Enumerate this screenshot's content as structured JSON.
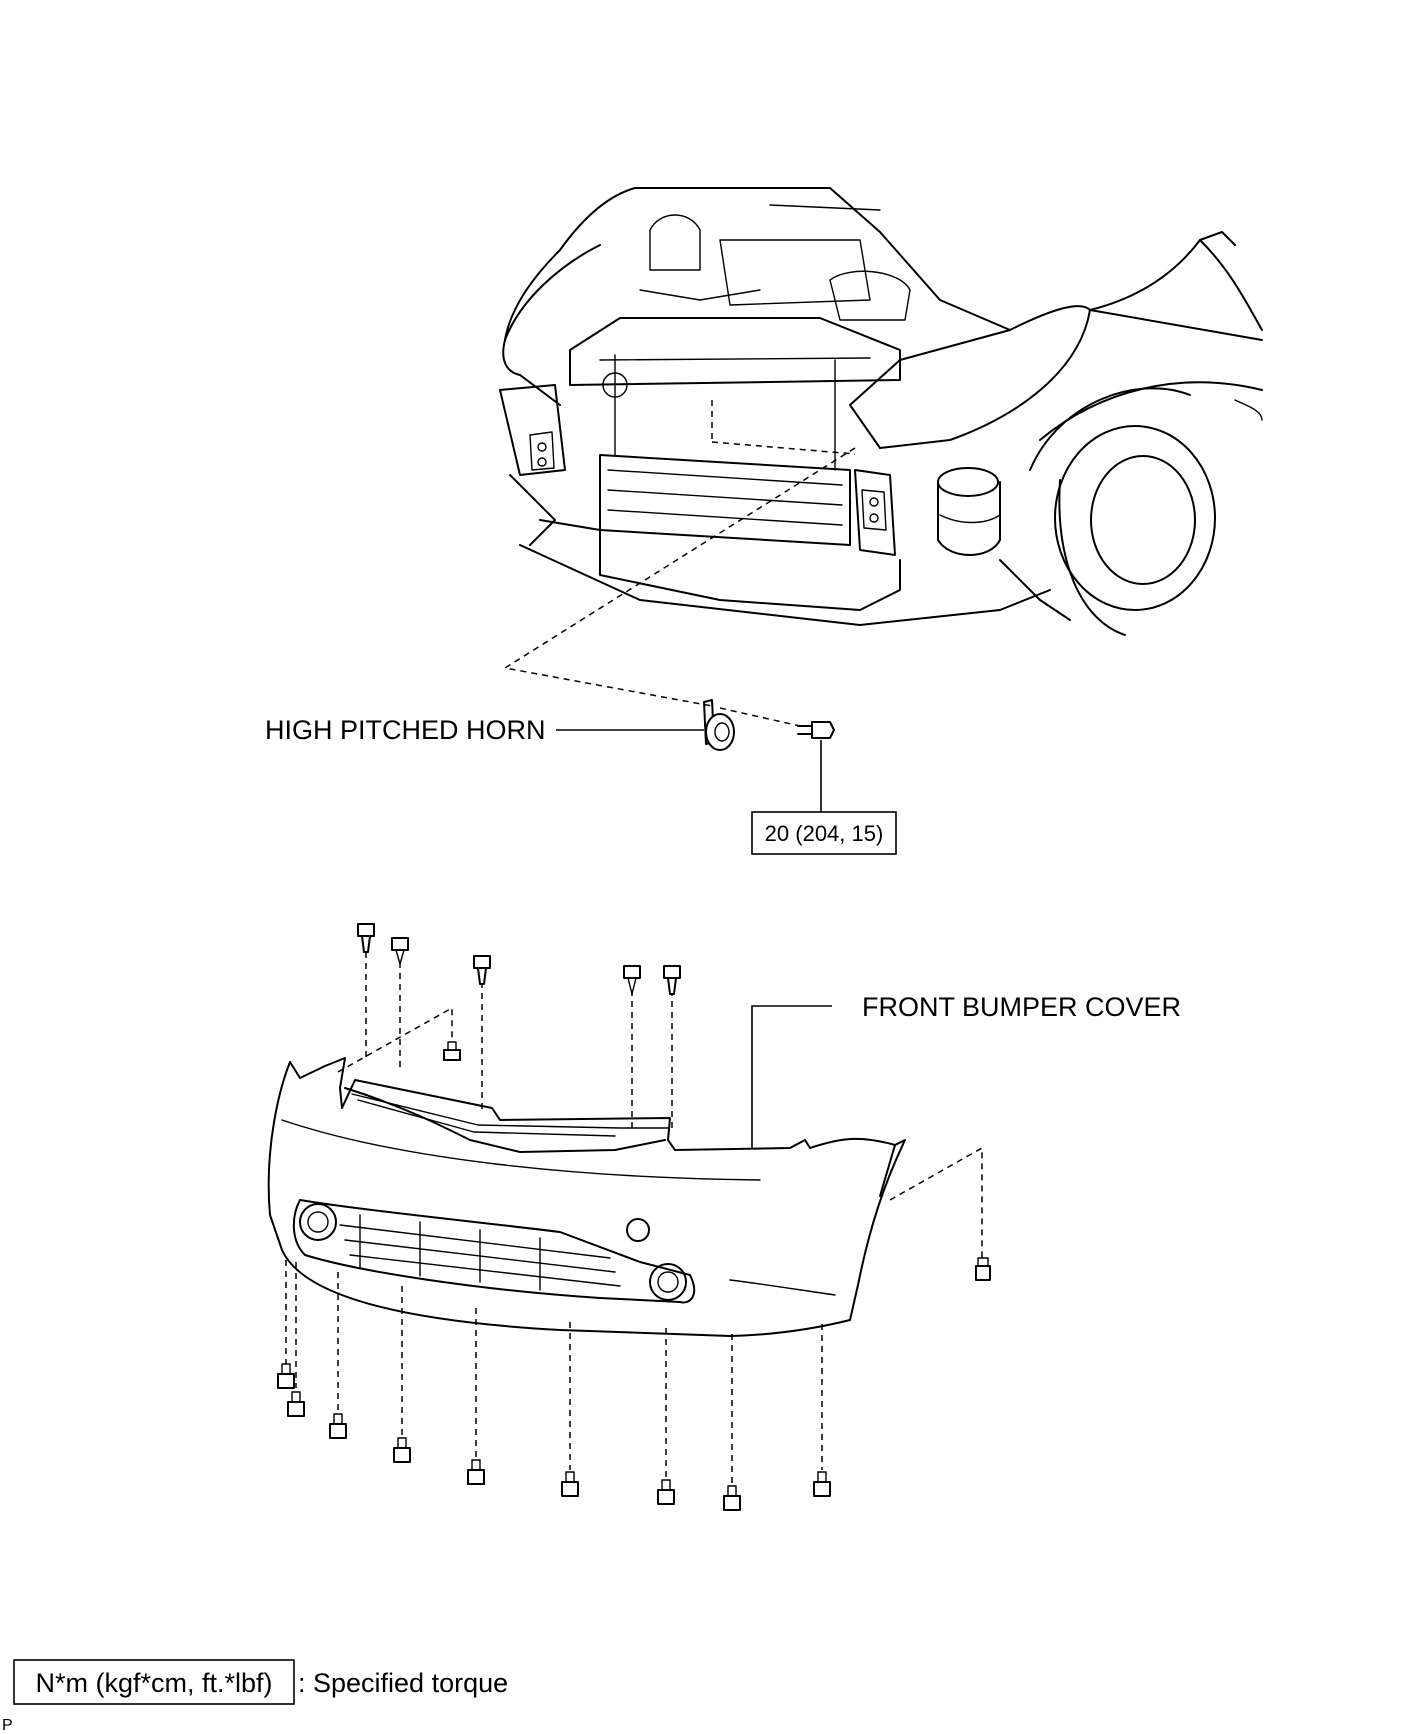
{
  "labels": {
    "horn": "HIGH PITCHED HORN",
    "bumper": "FRONT BUMPER COVER",
    "torque_value": "20 (204, 15)"
  },
  "legend": {
    "unit_box": "N*m (kgf*cm, ft.*lbf)",
    "description": ": Specified torque"
  },
  "corner_mark": "P"
}
